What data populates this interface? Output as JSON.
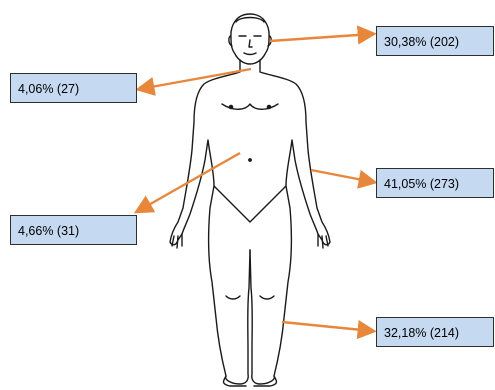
{
  "colors": {
    "arrow": "#e8863a",
    "box_fill": "#c5d9f1",
    "box_border": "#2f2f2f",
    "outline": "#1a1a1a"
  },
  "labels": {
    "head": "30,38% (202)",
    "neck": "4,06% (27)",
    "trunk": "4,66% (31)",
    "upper_limbs": "41,05% (273)",
    "lower_limbs": "32,18% (214)"
  }
}
